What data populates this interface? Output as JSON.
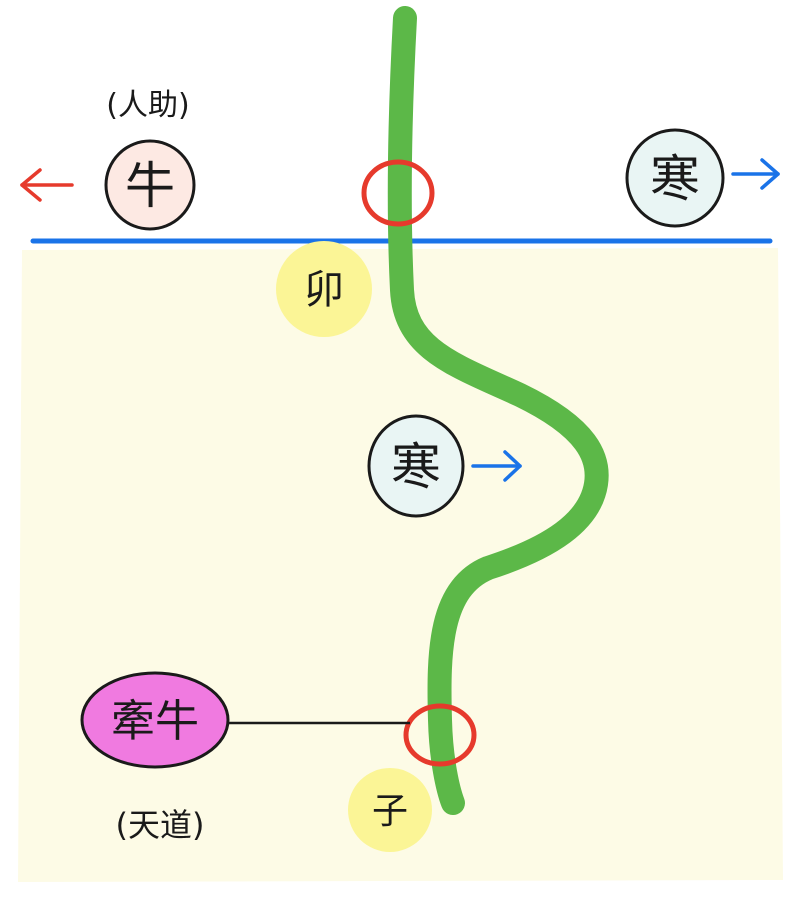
{
  "diagram": {
    "colors": {
      "background": "#ffffff",
      "lower_region": "#fdfbe6",
      "horizon_line": "#1a73e8",
      "green_path": "#5cb848",
      "red_circle": "#e63a2c",
      "red_arrow": "#e63a2c",
      "blue_arrow": "#1a73e8",
      "yellow_dot": "#fbf596",
      "token_ushi_fill": "#fde9e3",
      "token_kan_fill": "#e9f5f4",
      "token_kengyu_fill": "#f07ae0"
    },
    "top_left_token": {
      "text": "牛",
      "caption": "(人助)"
    },
    "top_right_token": {
      "text": "寒"
    },
    "middle_token": {
      "text": "寒"
    },
    "bottom_token": {
      "text": "牽牛",
      "caption": "(天道)"
    },
    "upper_dot": {
      "text": "卯"
    },
    "lower_dot": {
      "text": "子"
    }
  }
}
